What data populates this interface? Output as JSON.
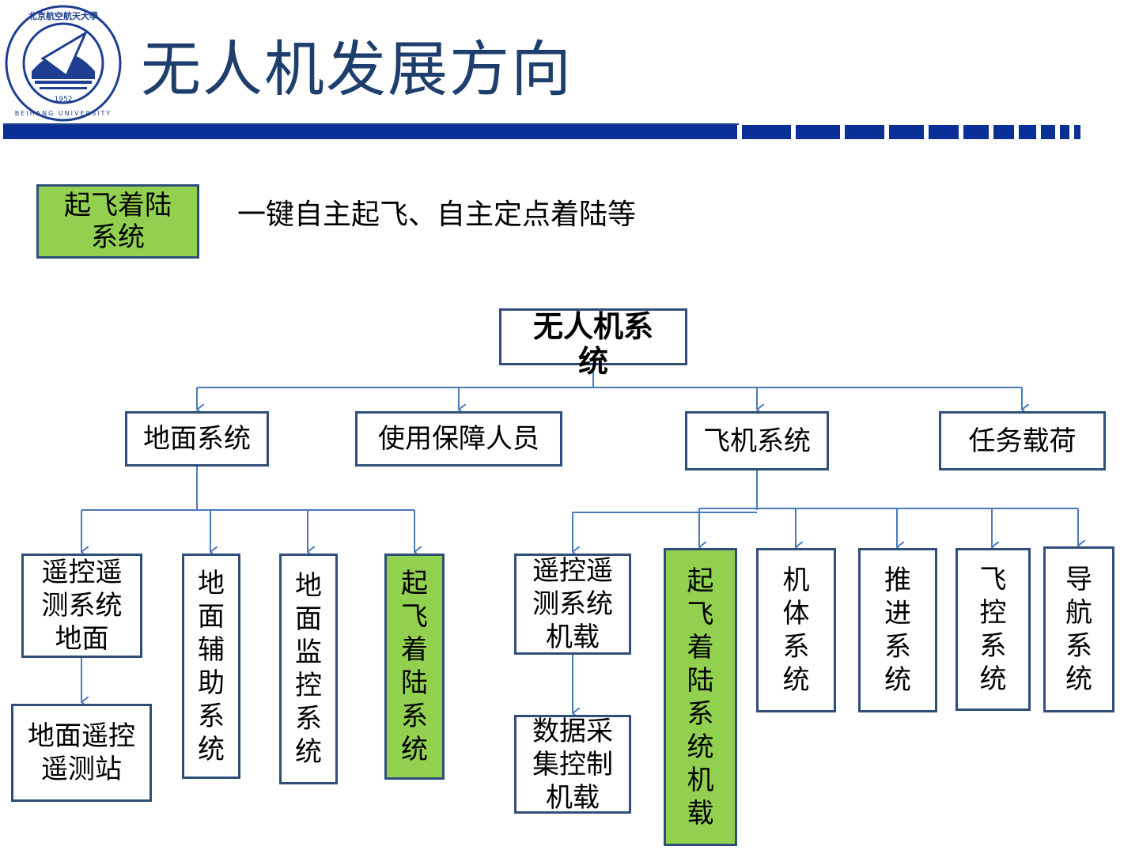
{
  "header": {
    "title": "无人机发展方向",
    "logo_text_top": "北京航空航天大學",
    "logo_year": "1952",
    "logo_text_bottom": "BEIHANG UNIVERSITY"
  },
  "callout": {
    "label": "起飞着陆系统",
    "label_line1": "起飞着陆",
    "label_line2": "系统",
    "description": "一键自主起飞、自主定点着陆等"
  },
  "tree": {
    "root": "无人机系统",
    "root_line1": "无人机系",
    "root_line2": "统",
    "level1": {
      "ground": "地面系统",
      "support": "使用保障人员",
      "aircraft": "飞机系统",
      "payload": "任务载荷"
    },
    "ground_children": {
      "tt_ground": [
        "遥控遥",
        "测系统",
        "地面"
      ],
      "aux": [
        "地",
        "面",
        "辅",
        "助",
        "系",
        "统"
      ],
      "monitor": [
        "地",
        "面",
        "监",
        "控",
        "系",
        "统"
      ],
      "takeoff": [
        "起",
        "飞",
        "着",
        "陆",
        "系",
        "统"
      ],
      "station": [
        "地面遥控",
        "遥测站"
      ]
    },
    "aircraft_children": {
      "tt_air": [
        "遥控遥",
        "测系统",
        "机载"
      ],
      "data": [
        "数据采",
        "集控制",
        "机载"
      ],
      "takeoff_air": [
        "起",
        "飞",
        "着",
        "陆",
        "系",
        "统",
        "机",
        "载"
      ],
      "body": [
        "机",
        "体",
        "系",
        "统"
      ],
      "propulsion": [
        "推",
        "进",
        "系",
        "统"
      ],
      "flight_ctrl": [
        "飞",
        "控",
        "系",
        "统"
      ],
      "nav": [
        "导",
        "航",
        "系",
        "统"
      ]
    }
  },
  "colors": {
    "title": "#1e3f6e",
    "rule": "#0a2f96",
    "box_border": "#2f4f7a",
    "highlight": "#92d050",
    "connector": "#4a7ab8"
  }
}
